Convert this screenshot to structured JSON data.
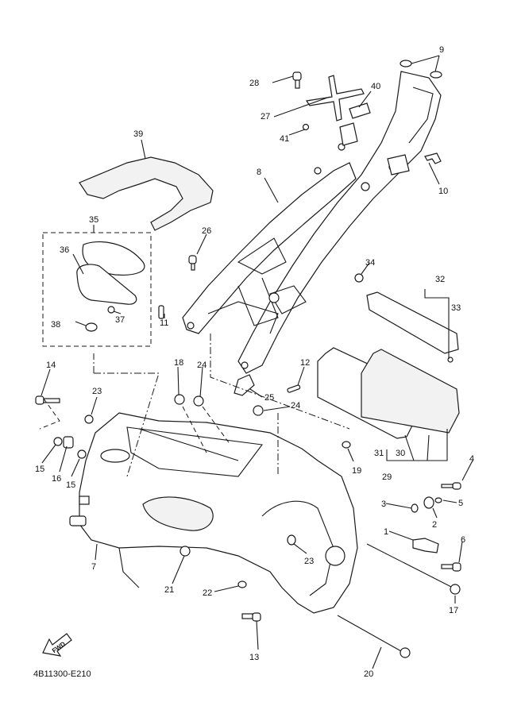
{
  "diagram": {
    "title": "Frame exploded parts diagram",
    "drawing_code": "4B11300-E210",
    "direction_badge": "FWD",
    "callouts": [
      {
        "id": "c1",
        "label": "1"
      },
      {
        "id": "c2",
        "label": "2"
      },
      {
        "id": "c3",
        "label": "3"
      },
      {
        "id": "c4",
        "label": "4"
      },
      {
        "id": "c5",
        "label": "5"
      },
      {
        "id": "c6",
        "label": "6"
      },
      {
        "id": "c7",
        "label": "7"
      },
      {
        "id": "c8",
        "label": "8"
      },
      {
        "id": "c9",
        "label": "9"
      },
      {
        "id": "c10",
        "label": "10"
      },
      {
        "id": "c11",
        "label": "11"
      },
      {
        "id": "c12",
        "label": "12"
      },
      {
        "id": "c13",
        "label": "13"
      },
      {
        "id": "c14",
        "label": "14"
      },
      {
        "id": "c15a",
        "label": "15"
      },
      {
        "id": "c15b",
        "label": "15"
      },
      {
        "id": "c16",
        "label": "16"
      },
      {
        "id": "c17",
        "label": "17"
      },
      {
        "id": "c18",
        "label": "18"
      },
      {
        "id": "c19",
        "label": "19"
      },
      {
        "id": "c20",
        "label": "20"
      },
      {
        "id": "c21",
        "label": "21"
      },
      {
        "id": "c22",
        "label": "22"
      },
      {
        "id": "c23a",
        "label": "23"
      },
      {
        "id": "c23b",
        "label": "23"
      },
      {
        "id": "c24a",
        "label": "24"
      },
      {
        "id": "c24b",
        "label": "24"
      },
      {
        "id": "c25",
        "label": "25"
      },
      {
        "id": "c26",
        "label": "26"
      },
      {
        "id": "c27",
        "label": "27"
      },
      {
        "id": "c28",
        "label": "28"
      },
      {
        "id": "c29",
        "label": "29"
      },
      {
        "id": "c30",
        "label": "30"
      },
      {
        "id": "c31",
        "label": "31"
      },
      {
        "id": "c32",
        "label": "32"
      },
      {
        "id": "c33",
        "label": "33"
      },
      {
        "id": "c34",
        "label": "34"
      },
      {
        "id": "c35",
        "label": "35"
      },
      {
        "id": "c36",
        "label": "36"
      },
      {
        "id": "c37",
        "label": "37"
      },
      {
        "id": "c38",
        "label": "38"
      },
      {
        "id": "c39",
        "label": "39"
      },
      {
        "id": "c40",
        "label": "40"
      },
      {
        "id": "c41",
        "label": "41"
      }
    ]
  }
}
